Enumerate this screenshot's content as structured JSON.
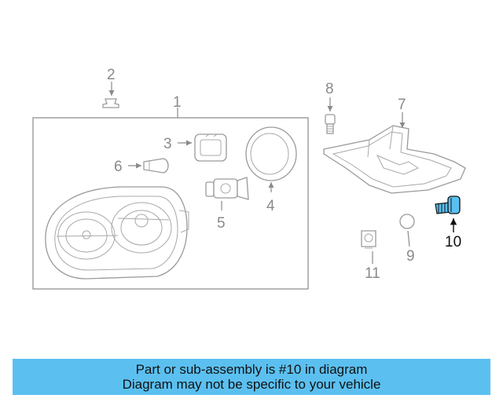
{
  "diagram": {
    "callouts": {
      "c1": "1",
      "c2": "2",
      "c3": "3",
      "c4": "4",
      "c5": "5",
      "c6": "6",
      "c7": "7",
      "c8": "8",
      "c9": "9",
      "c10": "10",
      "c11": "11"
    },
    "highlight_part": "10",
    "colors": {
      "highlight": "#5bc0f0",
      "line": "#9a9a9a",
      "label": "#8a8a8a"
    }
  },
  "banner": {
    "line1": "Part or sub-assembly is #10 in diagram",
    "line2": "Diagram may not be specific to your vehicle"
  }
}
